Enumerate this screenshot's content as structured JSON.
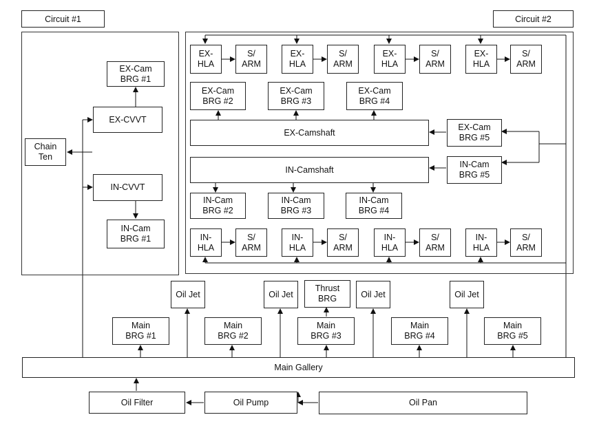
{
  "regions": {
    "circuit1": "Circuit #1",
    "circuit2": "Circuit #2"
  },
  "circuit1": {
    "chain_ten": "Chain\nTen",
    "ex_cvvt": "EX-CVVT",
    "in_cvvt": "IN-CVVT",
    "ex_cam_brg1": "EX-Cam\nBRG #1",
    "in_cam_brg1": "IN-Cam\nBRG #1"
  },
  "ex_hla_label": "EX-\nHLA",
  "in_hla_label": "IN-\nHLA",
  "s_arm_label": "S/\nARM",
  "ex_cam_brgs": [
    "EX-Cam\nBRG #2",
    "EX-Cam\nBRG #3",
    "EX-Cam\nBRG #4",
    "EX-Cam\nBRG #5"
  ],
  "in_cam_brgs": [
    "IN-Cam\nBRG #2",
    "IN-Cam\nBRG #3",
    "IN-Cam\nBRG #4",
    "IN-Cam\nBRG #5"
  ],
  "ex_camshaft": "EX-Camshaft",
  "in_camshaft": "IN-Camshaft",
  "oil_jet": "Oil Jet",
  "thrust_brg": "Thrust\nBRG",
  "main_brgs": [
    "Main\nBRG #1",
    "Main\nBRG #2",
    "Main\nBRG #3",
    "Main\nBRG #4",
    "Main\nBRG #5"
  ],
  "main_gallery": "Main Gallery",
  "oil_filter": "Oil Filter",
  "oil_pump": "Oil Pump",
  "oil_pan": "Oil Pan"
}
